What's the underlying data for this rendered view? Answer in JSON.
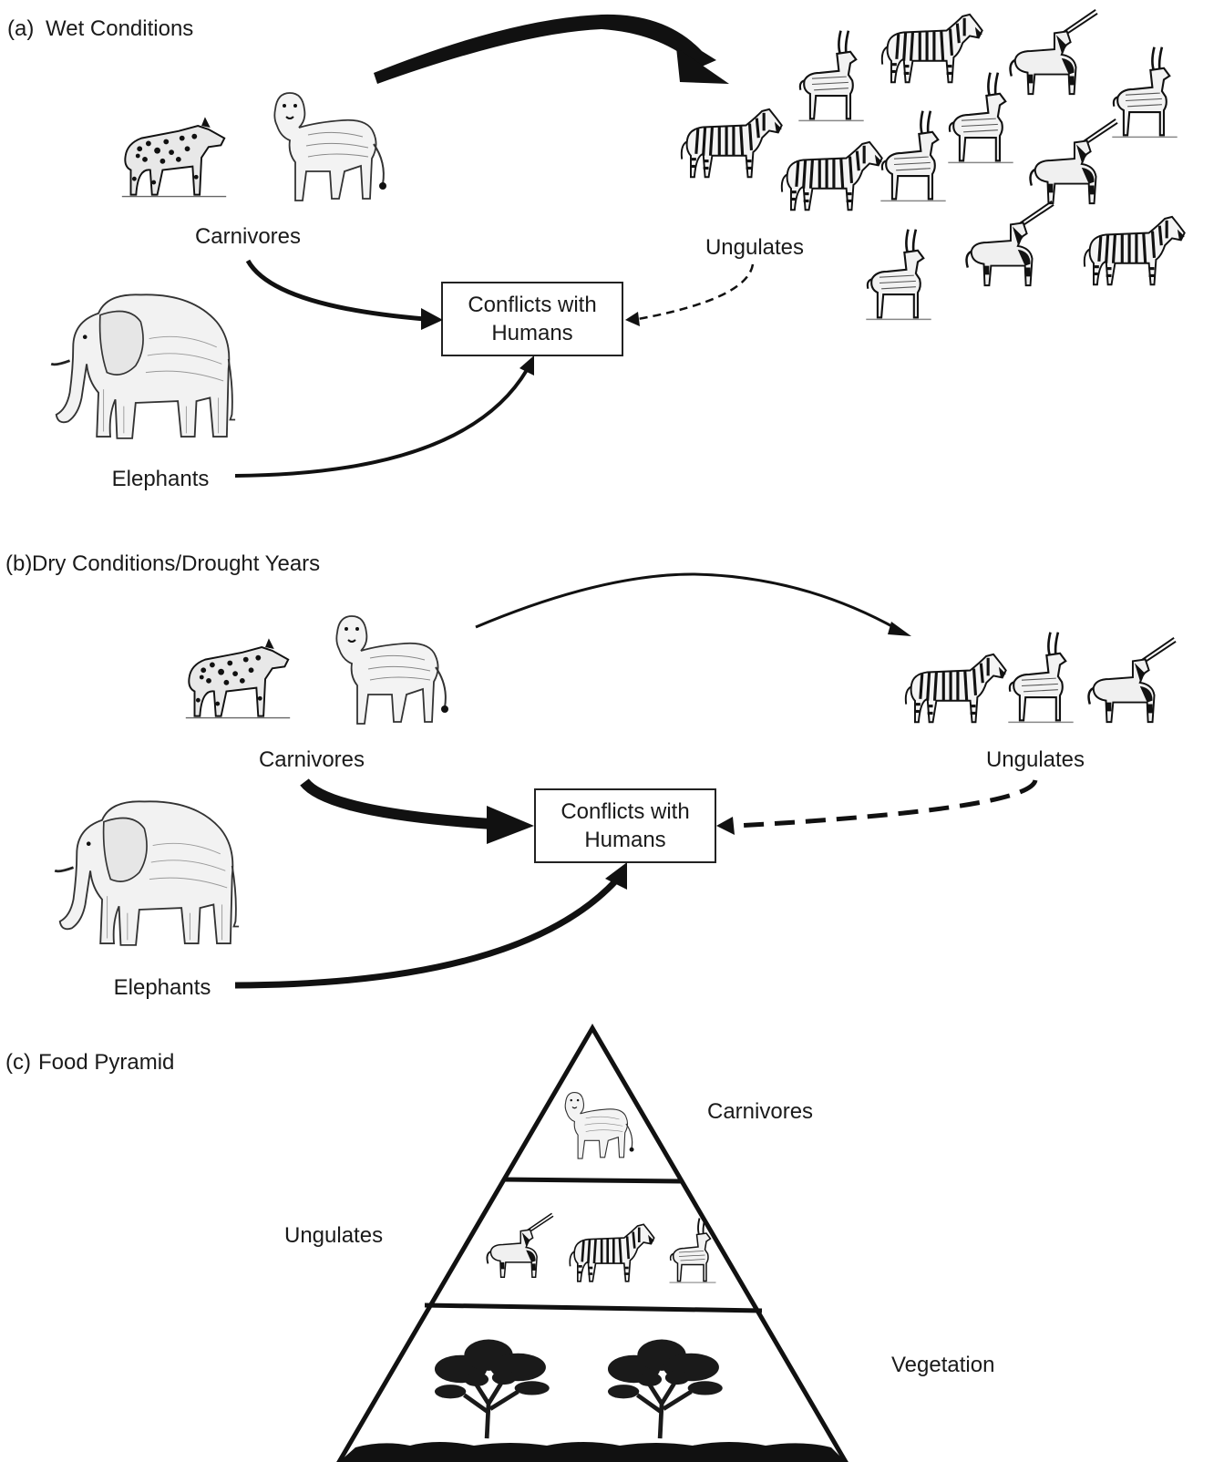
{
  "panel_a": {
    "label": "(a)",
    "title": "Wet Conditions",
    "carnivores": "Carnivores",
    "ungulates": "Ungulates",
    "elephants": "Elephants",
    "box_line1": "Conflicts with",
    "box_line2": "Humans"
  },
  "panel_b": {
    "label": "(b)",
    "title": "Dry Conditions/Drought Years",
    "carnivores": "Carnivores",
    "ungulates": "Ungulates",
    "elephants": "Elephants",
    "box_line1": "Conflicts with",
    "box_line2": "Humans"
  },
  "panel_c": {
    "label": "(c)",
    "title": "Food Pyramid",
    "top": "Carnivores",
    "middle": "Ungulates",
    "bottom": "Vegetation"
  },
  "icons": [
    "hyena-icon",
    "lion-icon",
    "elephant-icon",
    "zebra-icon",
    "gazelle-icon",
    "oryx-icon",
    "tree-icon"
  ]
}
